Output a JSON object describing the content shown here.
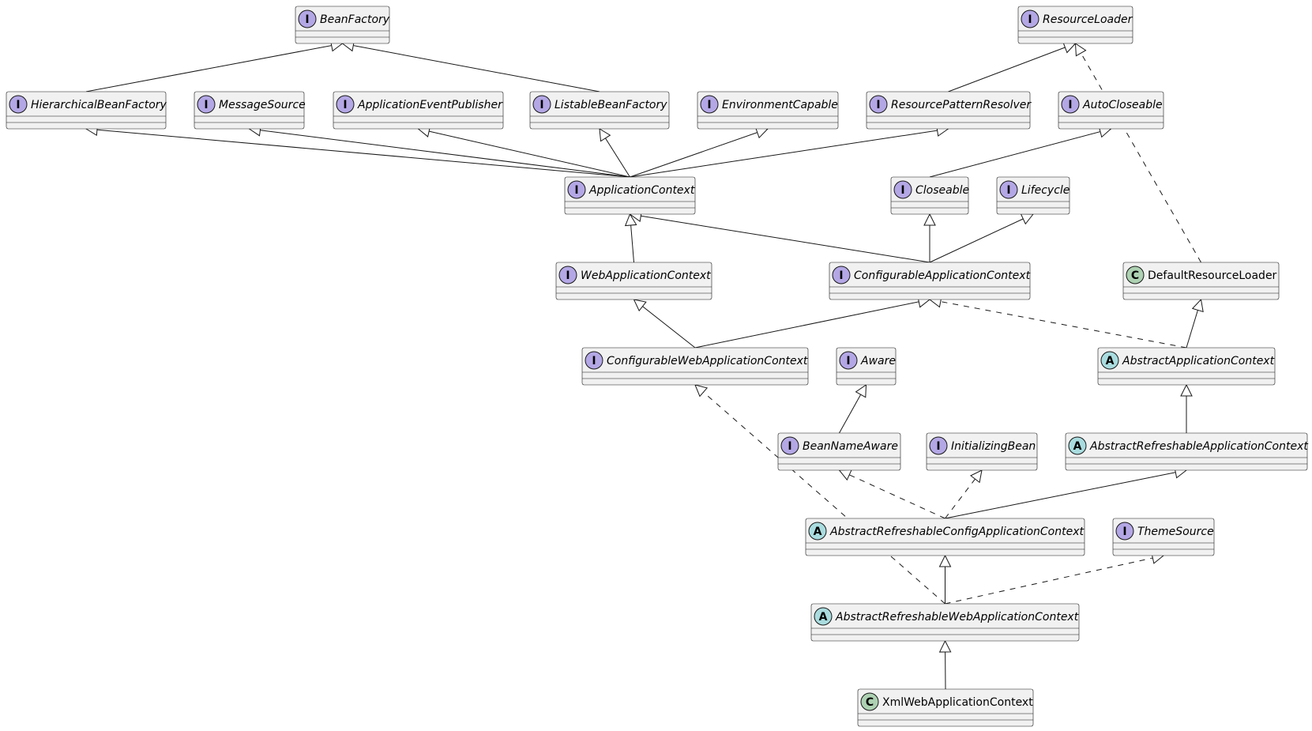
{
  "colors": {
    "interface_badge": "#b4a7e5",
    "abstract_badge": "#a9dcdf",
    "class_badge": "#add1b2",
    "box_fill": "#f1f1f1",
    "line": "#181818"
  },
  "nodes": [
    {
      "id": "BeanFactory",
      "name": "BeanFactory",
      "kind": "I"
    },
    {
      "id": "ResourceLoader",
      "name": "ResourceLoader",
      "kind": "I"
    },
    {
      "id": "HierarchicalBeanFactory",
      "name": "HierarchicalBeanFactory",
      "kind": "I"
    },
    {
      "id": "MessageSource",
      "name": "MessageSource",
      "kind": "I"
    },
    {
      "id": "ApplicationEventPublisher",
      "name": "ApplicationEventPublisher",
      "kind": "I"
    },
    {
      "id": "ListableBeanFactory",
      "name": "ListableBeanFactory",
      "kind": "I"
    },
    {
      "id": "EnvironmentCapable",
      "name": "EnvironmentCapable",
      "kind": "I"
    },
    {
      "id": "ResourcePatternResolver",
      "name": "ResourcePatternResolver",
      "kind": "I"
    },
    {
      "id": "AutoCloseable",
      "name": "AutoCloseable",
      "kind": "I"
    },
    {
      "id": "ApplicationContext",
      "name": "ApplicationContext",
      "kind": "I"
    },
    {
      "id": "Closeable",
      "name": "Closeable",
      "kind": "I"
    },
    {
      "id": "Lifecycle",
      "name": "Lifecycle",
      "kind": "I"
    },
    {
      "id": "WebApplicationContext",
      "name": "WebApplicationContext",
      "kind": "I"
    },
    {
      "id": "ConfigurableApplicationContext",
      "name": "ConfigurableApplicationContext",
      "kind": "I"
    },
    {
      "id": "DefaultResourceLoader",
      "name": "DefaultResourceLoader",
      "kind": "C"
    },
    {
      "id": "ConfigurableWebApplicationContext",
      "name": "ConfigurableWebApplicationContext",
      "kind": "I"
    },
    {
      "id": "Aware",
      "name": "Aware",
      "kind": "I"
    },
    {
      "id": "AbstractApplicationContext",
      "name": "AbstractApplicationContext",
      "kind": "A"
    },
    {
      "id": "BeanNameAware",
      "name": "BeanNameAware",
      "kind": "I"
    },
    {
      "id": "InitializingBean",
      "name": "InitializingBean",
      "kind": "I"
    },
    {
      "id": "AbstractRefreshableApplicationContext",
      "name": "AbstractRefreshableApplicationContext",
      "kind": "A"
    },
    {
      "id": "AbstractRefreshableConfigApplicationContext",
      "name": "AbstractRefreshableConfigApplicationContext",
      "kind": "A"
    },
    {
      "id": "ThemeSource",
      "name": "ThemeSource",
      "kind": "I"
    },
    {
      "id": "AbstractRefreshableWebApplicationContext",
      "name": "AbstractRefreshableWebApplicationContext",
      "kind": "A"
    },
    {
      "id": "XmlWebApplicationContext",
      "name": "XmlWebApplicationContext",
      "kind": "C"
    }
  ],
  "edges": [
    {
      "from": "HierarchicalBeanFactory",
      "to": "BeanFactory",
      "style": "solid"
    },
    {
      "from": "ListableBeanFactory",
      "to": "BeanFactory",
      "style": "solid"
    },
    {
      "from": "ResourcePatternResolver",
      "to": "ResourceLoader",
      "style": "solid"
    },
    {
      "from": "DefaultResourceLoader",
      "to": "ResourceLoader",
      "style": "dashed"
    },
    {
      "from": "ApplicationContext",
      "to": "HierarchicalBeanFactory",
      "style": "solid"
    },
    {
      "from": "ApplicationContext",
      "to": "MessageSource",
      "style": "solid"
    },
    {
      "from": "ApplicationContext",
      "to": "ApplicationEventPublisher",
      "style": "solid"
    },
    {
      "from": "ApplicationContext",
      "to": "ListableBeanFactory",
      "style": "solid"
    },
    {
      "from": "ApplicationContext",
      "to": "EnvironmentCapable",
      "style": "solid"
    },
    {
      "from": "ApplicationContext",
      "to": "ResourcePatternResolver",
      "style": "solid"
    },
    {
      "from": "Closeable",
      "to": "AutoCloseable",
      "style": "solid"
    },
    {
      "from": "WebApplicationContext",
      "to": "ApplicationContext",
      "style": "solid"
    },
    {
      "from": "ConfigurableApplicationContext",
      "to": "ApplicationContext",
      "style": "solid"
    },
    {
      "from": "ConfigurableApplicationContext",
      "to": "Closeable",
      "style": "solid"
    },
    {
      "from": "ConfigurableApplicationContext",
      "to": "Lifecycle",
      "style": "solid"
    },
    {
      "from": "ConfigurableWebApplicationContext",
      "to": "WebApplicationContext",
      "style": "solid"
    },
    {
      "from": "ConfigurableWebApplicationContext",
      "to": "ConfigurableApplicationContext",
      "style": "solid"
    },
    {
      "from": "AbstractApplicationContext",
      "to": "ConfigurableApplicationContext",
      "style": "dashed"
    },
    {
      "from": "AbstractApplicationContext",
      "to": "DefaultResourceLoader",
      "style": "solid"
    },
    {
      "from": "BeanNameAware",
      "to": "Aware",
      "style": "solid"
    },
    {
      "from": "AbstractRefreshableApplicationContext",
      "to": "AbstractApplicationContext",
      "style": "solid"
    },
    {
      "from": "AbstractRefreshableConfigApplicationContext",
      "to": "BeanNameAware",
      "style": "dashed"
    },
    {
      "from": "AbstractRefreshableConfigApplicationContext",
      "to": "InitializingBean",
      "style": "dashed"
    },
    {
      "from": "AbstractRefreshableConfigApplicationContext",
      "to": "AbstractRefreshableApplicationContext",
      "style": "solid"
    },
    {
      "from": "AbstractRefreshableWebApplicationContext",
      "to": "AbstractRefreshableConfigApplicationContext",
      "style": "solid"
    },
    {
      "from": "AbstractRefreshableWebApplicationContext",
      "to": "ThemeSource",
      "style": "dashed"
    },
    {
      "from": "AbstractRefreshableWebApplicationContext",
      "to": "ConfigurableWebApplicationContext",
      "style": "dashed"
    },
    {
      "from": "XmlWebApplicationContext",
      "to": "AbstractRefreshableWebApplicationContext",
      "style": "solid"
    }
  ]
}
